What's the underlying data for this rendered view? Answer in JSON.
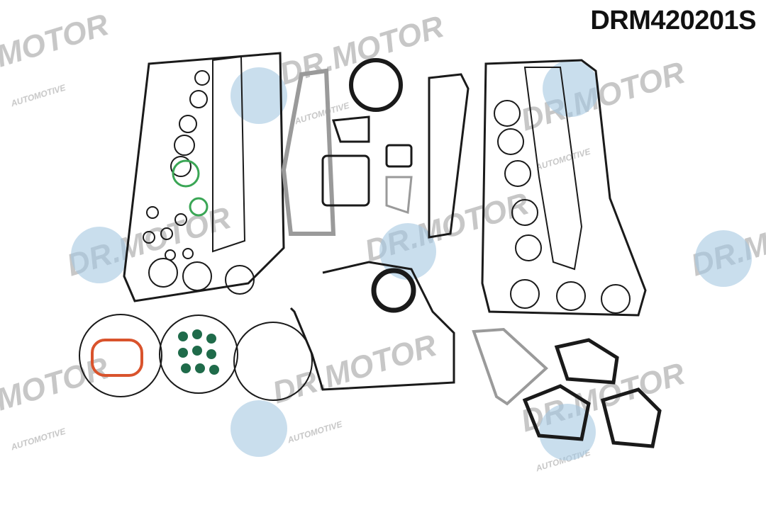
{
  "product": {
    "code": "DRM420201S"
  },
  "watermark": {
    "brand": "DR.MOTOR",
    "tagline": "AUTOMOTIVE",
    "color": "#5b9bc9"
  },
  "colors": {
    "gasket_dark": "#1a1a1a",
    "gasket_metal": "#9a9a9a",
    "oring_green": "#3aa655",
    "gasket_red": "#d9532c",
    "seal_green": "#1f6b4a"
  }
}
